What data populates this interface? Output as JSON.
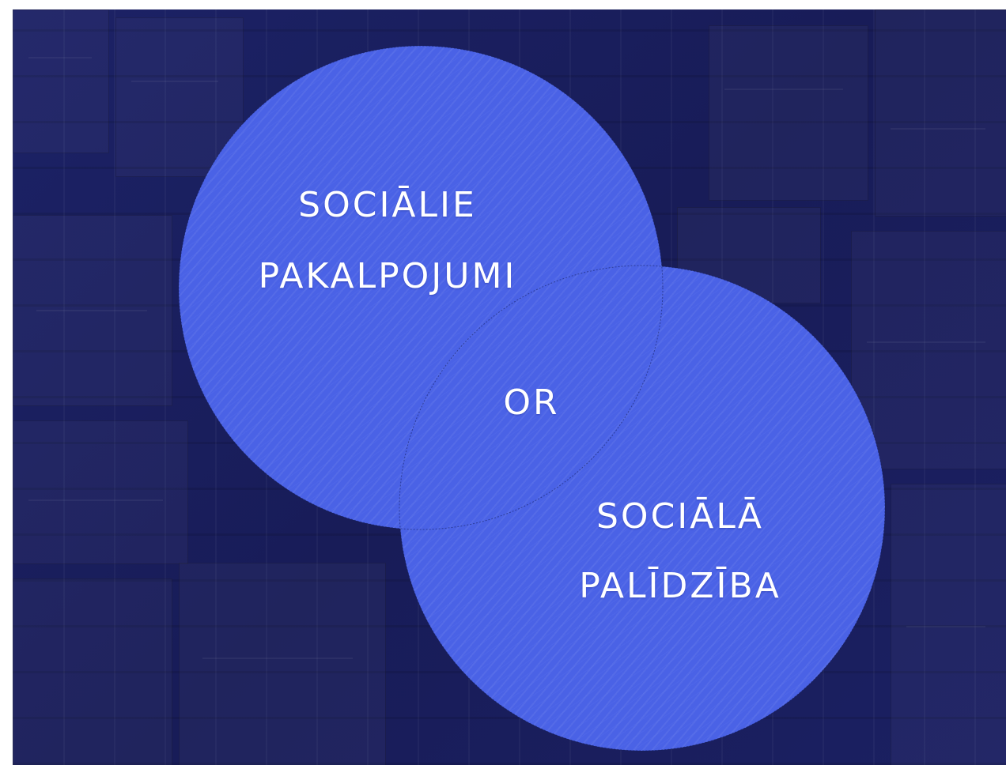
{
  "diagram": {
    "left_circle": {
      "line1": "SOCIĀLIE",
      "line2": "PAKALPOJUMI"
    },
    "overlap": {
      "label": "OR"
    },
    "right_circle": {
      "line1": "SOCIĀLĀ",
      "line2": "PALĪDZĪBA"
    }
  },
  "colors": {
    "background": "#1a1f5e",
    "circle_fill": "#4a62e6",
    "text": "#ffffff"
  }
}
